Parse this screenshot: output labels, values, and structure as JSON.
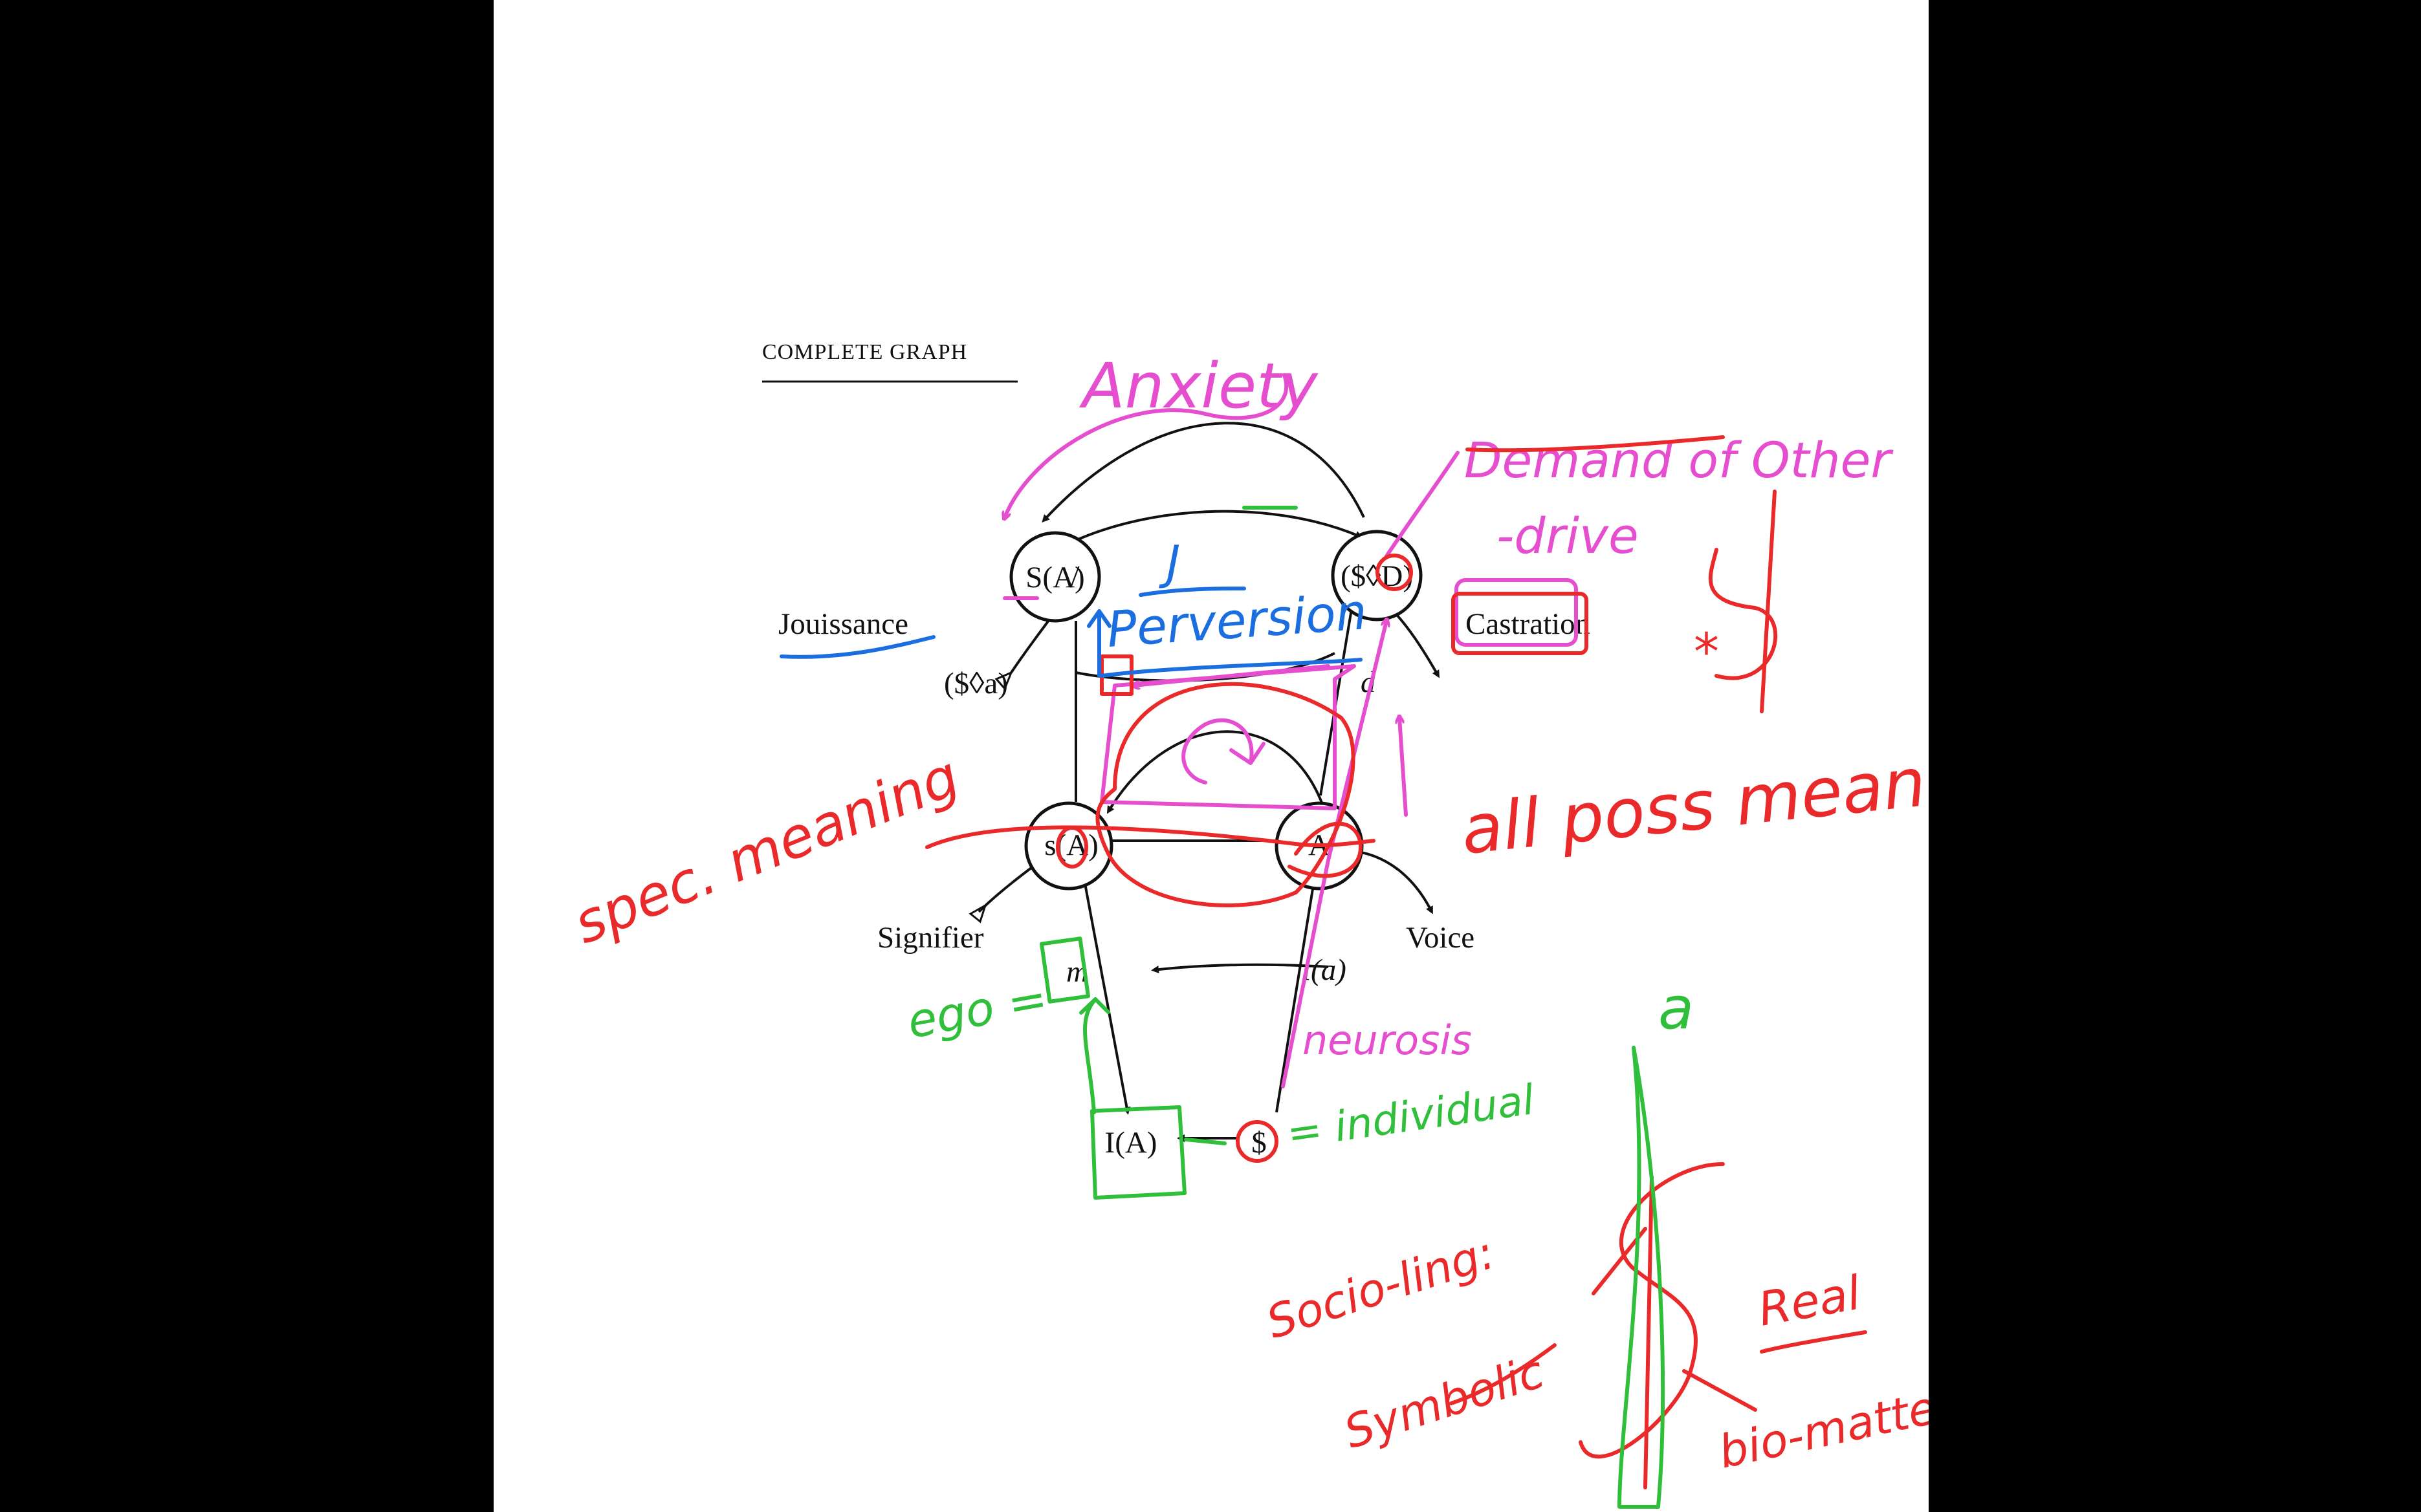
{
  "page_title": "COMPLETE GRAPH",
  "graph": {
    "node_SA": "S(A̸)",
    "node_drive": "($◊D)",
    "node_sA": "s(A)",
    "node_A": "A",
    "node_IA": "I(A)",
    "node_S_barred": "$",
    "label_jouissance": "Jouissance",
    "label_castration": "Castration",
    "label_fantasy": "($◊a)",
    "label_d": "d",
    "label_signifier": "Signifier",
    "label_voice": "Voice",
    "label_ia": "i(a)",
    "label_m": "m"
  },
  "annotations": {
    "anxiety": "Anxiety",
    "demand_of_other": "Demand of Other",
    "drive": "-drive",
    "j": "J",
    "perversion": "Perversion",
    "specific_meaning": "spec. meaning",
    "all_poss_meaning": "all poss meaning",
    "ego": "ego =",
    "neurosis": "neurosis",
    "individual": "= individual",
    "dollar": "$",
    "star": "*",
    "a": "a",
    "socio_ling": "Socio-ling:",
    "symbolic": "Symbolic",
    "real": "Real",
    "bio_matter": "bio-matter"
  },
  "colors": {
    "pink": "#e64ed0",
    "red": "#ea2a2a",
    "blue": "#1a6ee0",
    "green": "#2fbf3a",
    "ink": "#111111"
  }
}
